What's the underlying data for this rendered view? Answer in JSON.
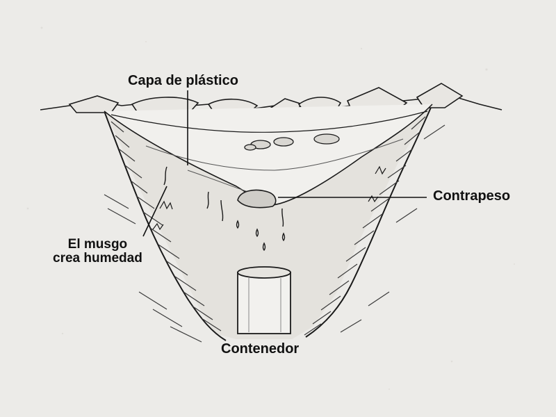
{
  "diagram": {
    "labels": {
      "plastic_sheet": "Capa de plástico",
      "counterweight": "Contrapeso",
      "moss_line1": "El musgo",
      "moss_line2": "crea humedad",
      "container": "Contenedor"
    },
    "colors": {
      "paper": "#ecebe8",
      "ink": "#1a1a1a",
      "hatch": "#3a3a3a"
    }
  }
}
